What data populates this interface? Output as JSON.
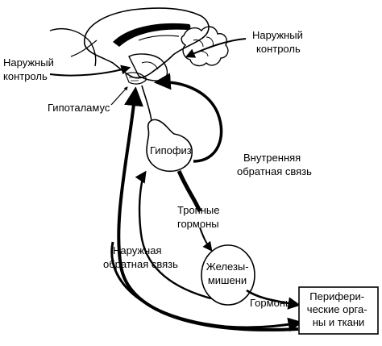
{
  "labels": {
    "external_control_right": [
      "Наружный",
      "контроль"
    ],
    "external_control_left": [
      "Наружный",
      "контроль"
    ],
    "hypothalamus": "Гипоталамус",
    "pituitary": "Гипофиз",
    "internal_feedback": [
      "Внутренняя",
      "обратная связь"
    ],
    "tropic_hormones": [
      "Тропные",
      "гормоны"
    ],
    "external_feedback": [
      "Наружная",
      "обратная связь"
    ],
    "target_glands": [
      "Железы-",
      "мишени"
    ],
    "hormones": "Гормоны",
    "peripheral_organs": [
      "Перифери-",
      "ческие орга-",
      "ны и ткани"
    ]
  },
  "colors": {
    "ink": "#000000",
    "paper": "#ffffff"
  }
}
